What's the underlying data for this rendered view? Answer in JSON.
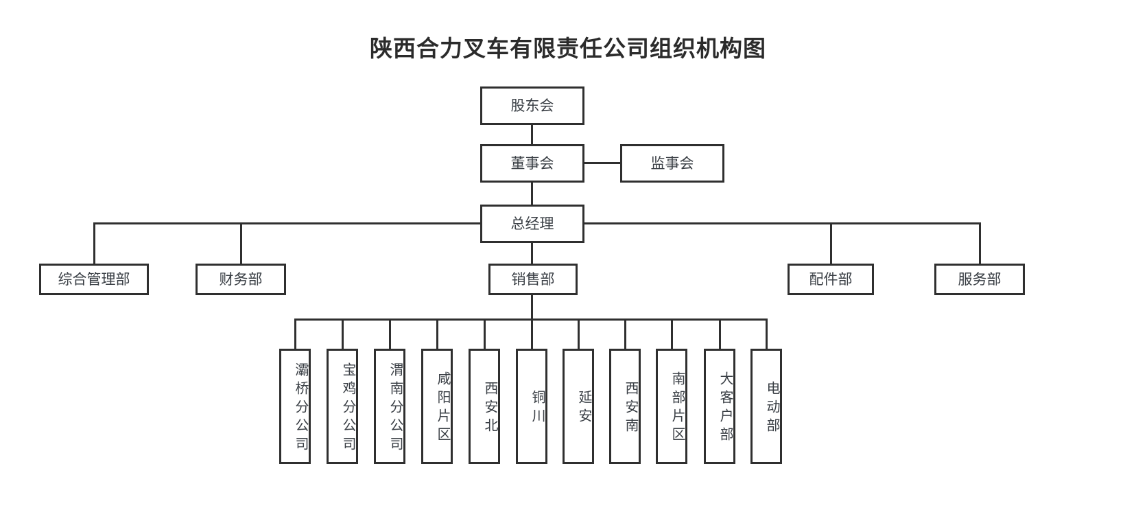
{
  "title": "陕西合力叉车有限责任公司组织机构图",
  "colors": {
    "border": "#2f2f2f",
    "text": "#3a3f45",
    "title": "#2b2b2b",
    "background": "#ffffff"
  },
  "nodes": {
    "shareholders": "股东会",
    "board_of_directors": "董事会",
    "board_of_supervisors": "监事会",
    "general_manager": "总经理"
  },
  "departments": [
    {
      "label": "综合管理部"
    },
    {
      "label": "财务部"
    },
    {
      "label": "销售部"
    },
    {
      "label": "配件部"
    },
    {
      "label": "服务部"
    }
  ],
  "sales_units": [
    {
      "label": "灞桥分公司"
    },
    {
      "label": "宝鸡分公司"
    },
    {
      "label": "渭南分公司"
    },
    {
      "label": "咸阳片区"
    },
    {
      "label": "西安北"
    },
    {
      "label": "铜川"
    },
    {
      "label": "延安"
    },
    {
      "label": "西安南"
    },
    {
      "label": "南部片区"
    },
    {
      "label": "大客户部"
    },
    {
      "label": "电动部"
    }
  ]
}
